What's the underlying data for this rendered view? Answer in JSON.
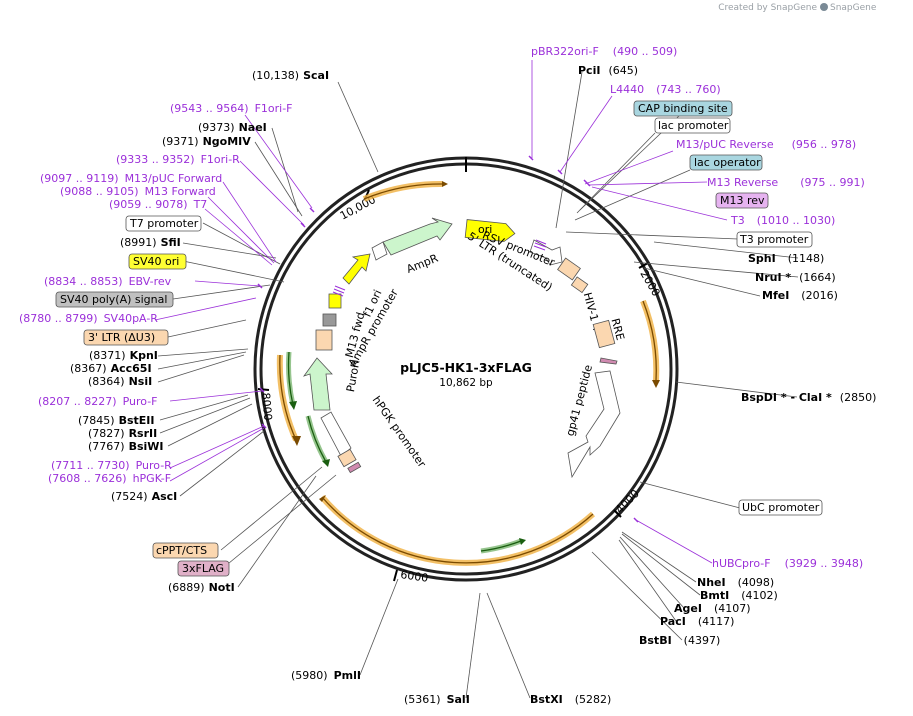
{
  "credit": "Created by SnapGene",
  "plasmid": {
    "name": "pLJC5-HK1-3xFLAG",
    "length": "10,862 bp"
  },
  "ring_ticks": [
    "2000",
    "4000",
    "6000",
    "8000",
    "10,000"
  ],
  "enzymes": [
    {
      "name": "ScaI",
      "pos": "(10,138)"
    },
    {
      "name": "PciI",
      "pos": "(645)"
    },
    {
      "name": "NaeI",
      "pos": "(9373)"
    },
    {
      "name": "NgoMIV",
      "pos": "(9371)"
    },
    {
      "name": "SfiI",
      "pos": "(8991)"
    },
    {
      "name": "SphI",
      "pos": "(1148)"
    },
    {
      "name": "NruI *",
      "pos": "(1664)"
    },
    {
      "name": "MfeI",
      "pos": "(2016)"
    },
    {
      "name": "KpnI",
      "pos": "(8371)"
    },
    {
      "name": "Acc65I",
      "pos": "(8367)"
    },
    {
      "name": "NsiI",
      "pos": "(8364)"
    },
    {
      "name": "BspDI * - ClaI *",
      "pos": "(2850)"
    },
    {
      "name": "BstEII",
      "pos": "(7845)"
    },
    {
      "name": "RsrII",
      "pos": "(7827)"
    },
    {
      "name": "BsiWI",
      "pos": "(7767)"
    },
    {
      "name": "AscI",
      "pos": "(7524)"
    },
    {
      "name": "NotI",
      "pos": "(6889)"
    },
    {
      "name": "NheI",
      "pos": "(4098)"
    },
    {
      "name": "BmtI",
      "pos": "(4102)"
    },
    {
      "name": "AgeI",
      "pos": "(4107)"
    },
    {
      "name": "PacI",
      "pos": "(4117)"
    },
    {
      "name": "BstBI",
      "pos": "(4397)"
    },
    {
      "name": "PmlI",
      "pos": "(5980)"
    },
    {
      "name": "SalI",
      "pos": "(5361)"
    },
    {
      "name": "BstXI",
      "pos": "(5282)"
    }
  ],
  "primers": [
    {
      "name": "pBR322ori-F",
      "range": "(490 .. 509)"
    },
    {
      "name": "L4440",
      "range": "(743 .. 760)"
    },
    {
      "name": "M13/pUC Reverse",
      "range": "(956 .. 978)"
    },
    {
      "name": "M13 Reverse",
      "range": "(975 .. 991)"
    },
    {
      "name": "T3",
      "range": "(1010 .. 1030)"
    },
    {
      "name": "F1ori-F",
      "range": "(9543 .. 9564)"
    },
    {
      "name": "F1ori-R",
      "range": "(9333 .. 9352)"
    },
    {
      "name": "M13/pUC Forward",
      "range": "(9097 .. 9119)"
    },
    {
      "name": "M13 Forward",
      "range": "(9088 .. 9105)"
    },
    {
      "name": "T7",
      "range": "(9059 .. 9078)"
    },
    {
      "name": "EBV-rev",
      "range": "(8834 .. 8853)"
    },
    {
      "name": "SV40pA-R",
      "range": "(8780 .. 8799)"
    },
    {
      "name": "Puro-F",
      "range": "(8207 .. 8227)"
    },
    {
      "name": "Puro-R",
      "range": "(7711 .. 7730)"
    },
    {
      "name": "hPGK-F",
      "range": "(7608 .. 7626)"
    },
    {
      "name": "hUBCpro-F",
      "range": "(3929 .. 3948)"
    }
  ],
  "boxed_labels": [
    {
      "text": "CAP binding site",
      "fill": "#a9d6e0"
    },
    {
      "text": "lac promoter",
      "fill": "#ffffff"
    },
    {
      "text": "lac operator",
      "fill": "#a9d6e0"
    },
    {
      "text": "M13 rev",
      "fill": "#e6b3f0"
    },
    {
      "text": "T3 promoter",
      "fill": "#ffffff"
    },
    {
      "text": "T7 promoter",
      "fill": "#ffffff"
    },
    {
      "text": "SV40 ori",
      "fill": "#ffff33"
    },
    {
      "text": "SV40 poly(A) signal",
      "fill": "#c0c0c0"
    },
    {
      "text": "3' LTR (ΔU3)",
      "fill": "#fbd7b0"
    },
    {
      "text": "UbC promoter",
      "fill": "#ffffff"
    },
    {
      "text": "cPPT/CTS",
      "fill": "#fbd7b0"
    },
    {
      "text": "3xFLAG",
      "fill": "#e0b0c8"
    }
  ],
  "inner_labels": {
    "ori": "ori",
    "ampr": "AmpR",
    "ampr_promoter": "AmpR promoter",
    "f1_ori": "f1 ori",
    "m13_fwd": "M13 fwd",
    "rsv_promoter": "RSV promoter",
    "ltr_trunc": "5' LTR (truncated)",
    "hiv_psi": "HIV-1 Ψ",
    "rre": "RRE",
    "gp41": "gp41 peptide",
    "puror": "PuroR",
    "hpgk": "hPGK promoter"
  },
  "colors": {
    "primer": "#9b30d9",
    "ori": "#ffff00",
    "ampr": "#ccf5cc",
    "orf_gold": "#f0b040",
    "orf_green": "#2e8b1e",
    "ltr": "#fbd7b0"
  }
}
